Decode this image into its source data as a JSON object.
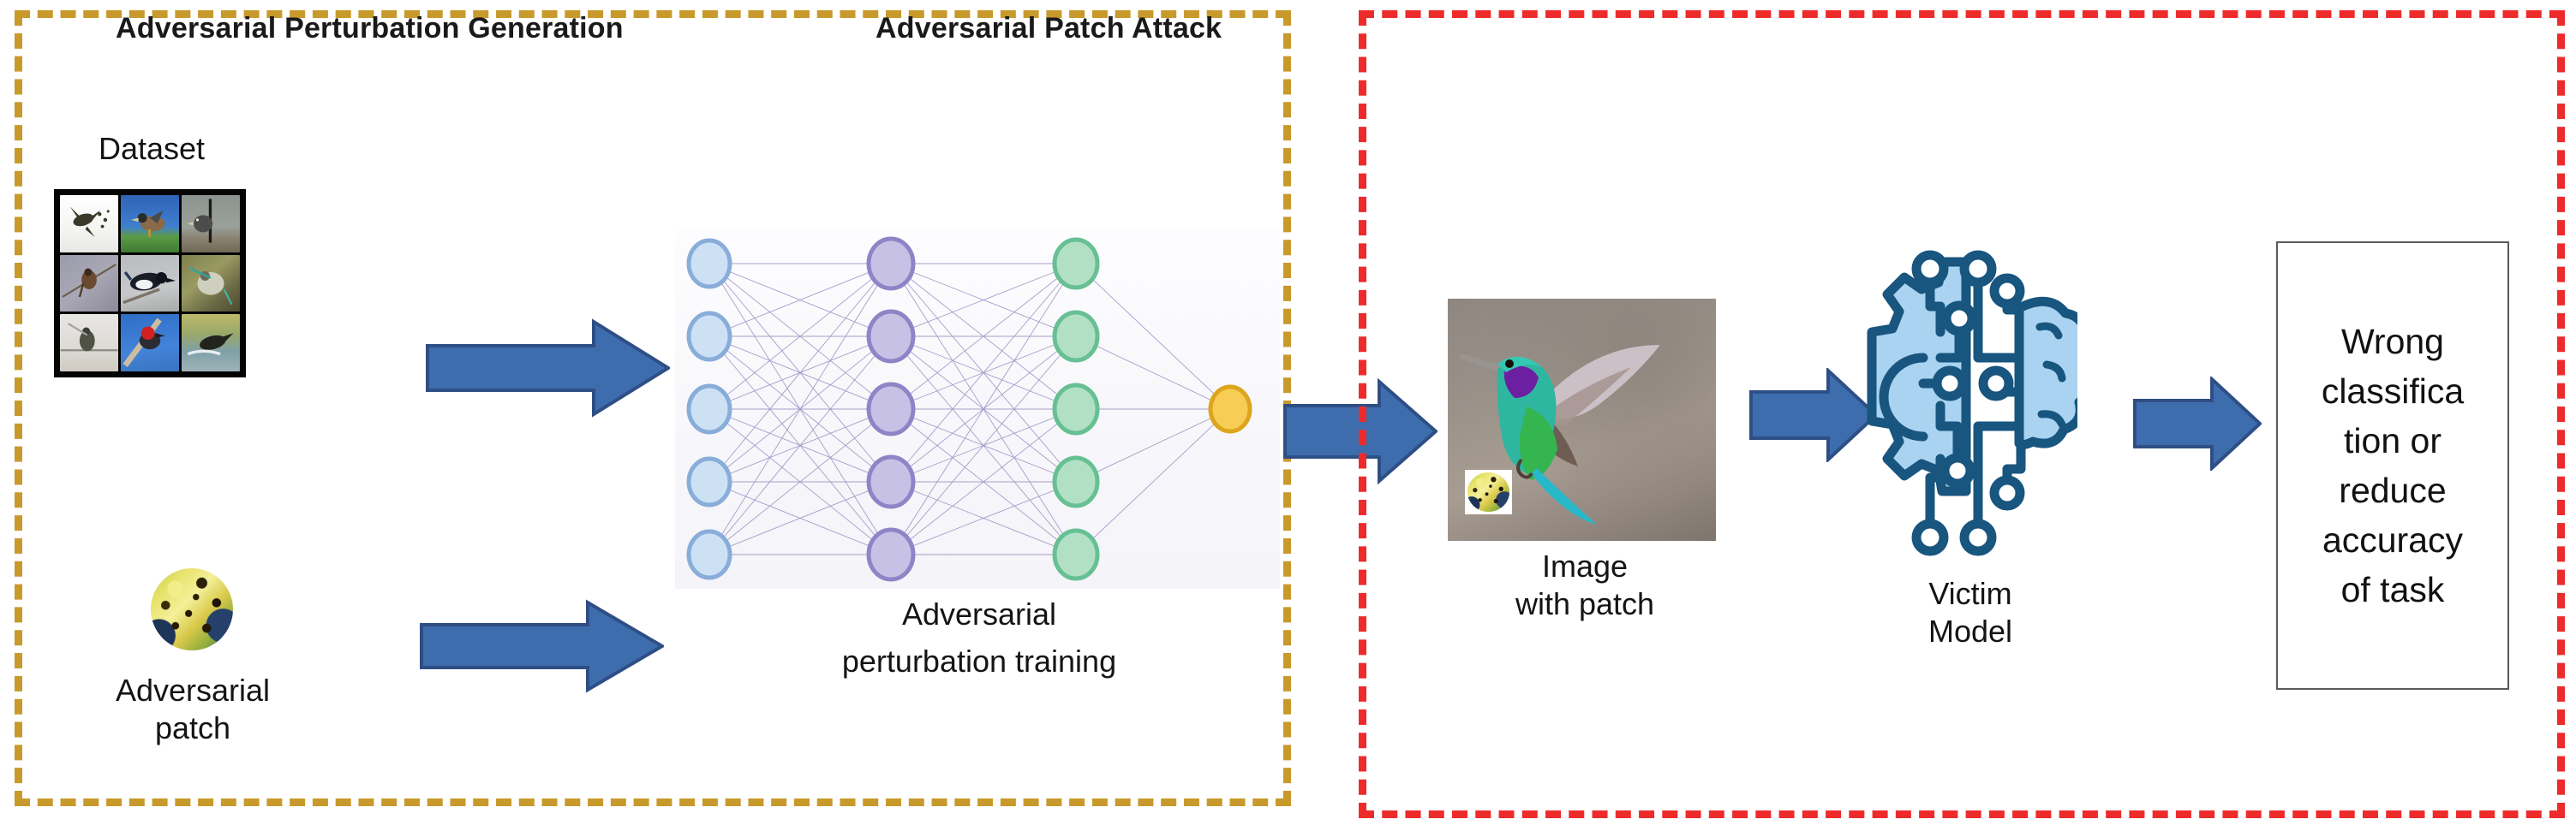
{
  "panels": {
    "left": {
      "title": "Adversarial Perturbation Generation",
      "border_color": "#C8992B",
      "border_style": "dashed"
    },
    "right": {
      "title": "Adversarial Patch Attack",
      "border_color": "#EE2B2B",
      "border_style": "dashed"
    }
  },
  "left_panel": {
    "dataset_label": "Dataset",
    "dataset_caption_note": "3x3 grid of bird photographs on black background",
    "dataset_thumbnails": [
      "bird-flying-white-background",
      "duck-on-blue-water",
      "bird-on-post-gray-sky",
      "small-bird-on-branch",
      "magpie-on-branch",
      "bird-in-foliage",
      "bird-on-wire-snow",
      "red-sunbird-on-branch",
      "bird-on-water-splash"
    ],
    "patch_label": "Adversarial\npatch",
    "training_label": "Adversarial\nperturbation training",
    "arrow_dataset_to_net": "arrow-right",
    "arrow_patch_to_net": "arrow-right"
  },
  "neural_net": {
    "layers": [
      {
        "name": "input",
        "nodes": 5,
        "color": "#bdd7f0",
        "stroke": "#7ba3d8"
      },
      {
        "name": "hidden1",
        "nodes": 5,
        "color": "#c4bee4",
        "stroke": "#8d84c4"
      },
      {
        "name": "hidden2",
        "nodes": 5,
        "color": "#a8ddbe",
        "stroke": "#62bd8c"
      },
      {
        "name": "output",
        "nodes": 1,
        "color": "#f5c84a",
        "stroke": "#d9a11c"
      }
    ],
    "edge_color": "#9a8cc0"
  },
  "right_panel": {
    "image_label": "Image\nwith patch",
    "image_alt": "hummingbird-in-flight",
    "patch_inset_alt": "adversarial-patch-thumbnail",
    "victim_label": "Victim\nModel",
    "victim_icon_alt": "gear-brain-circuit-icon",
    "output_text": "Wrong\nclassifica\ntion or\nreduce\naccuracy\nof task",
    "arrow_image_to_model": "arrow-right",
    "arrow_model_to_output": "arrow-right"
  },
  "colors": {
    "arrow_fill": "#3E6DAE",
    "arrow_stroke": "#2E4F85",
    "gold_dash": "#C8992B",
    "red_dash": "#EE2B2B",
    "icon_dark_blue": "#18557F",
    "icon_light_blue": "#A9D3F0"
  },
  "arrow_connector_between_panels": "arrow-right"
}
